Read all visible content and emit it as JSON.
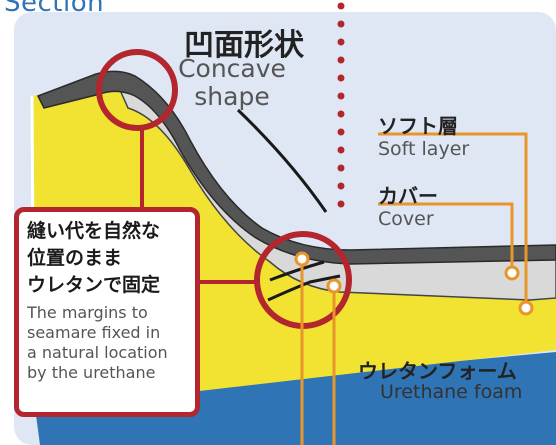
{
  "section_title": "Section",
  "concave": {
    "jp": "凹面形状",
    "en_line1": "Concave",
    "en_line2": "shape"
  },
  "soft_layer": {
    "jp": "ソフト層",
    "en": "Soft layer"
  },
  "cover": {
    "jp": "カバー",
    "en": "Cover"
  },
  "urethane": {
    "jp": "ウレタンフォーム",
    "en": "Urethane foam"
  },
  "callout": {
    "jp_lines": [
      "縫い代を自然な",
      "位置のまま",
      "ウレタンで固定"
    ],
    "en_lines": [
      "The margins to",
      "seamare fixed in",
      "a natural location",
      "by the urethane"
    ]
  },
  "colors": {
    "foam": "#f2e333",
    "cover": "#555555",
    "soft_layer": "#d9d9d9",
    "accent_red": "#b3262e",
    "leader_orange": "#e8962a",
    "background": "#dfe6f4",
    "frame_blue": "#2f74b5"
  }
}
